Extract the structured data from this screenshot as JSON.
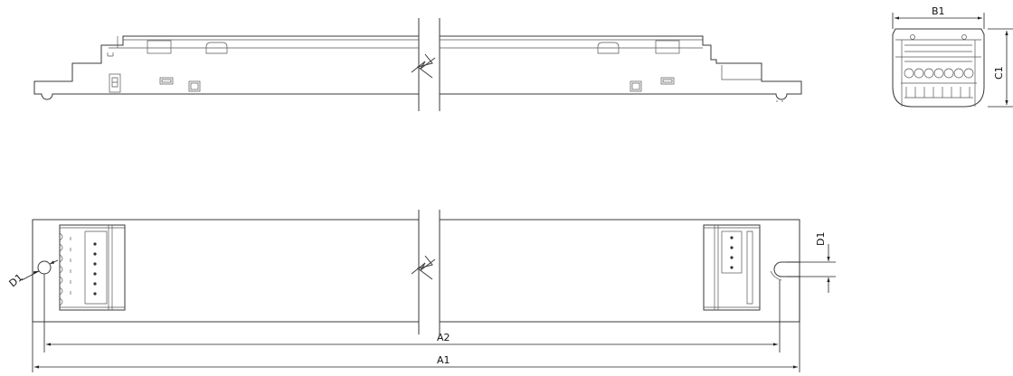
{
  "dimensions": {
    "a1": "A1",
    "a2": "A2",
    "b1": "B1",
    "c1": "C1",
    "d1_left": "D1",
    "d1_right": "D1"
  },
  "colors": {
    "line": "#3a3a3a",
    "background": "#ffffff"
  }
}
